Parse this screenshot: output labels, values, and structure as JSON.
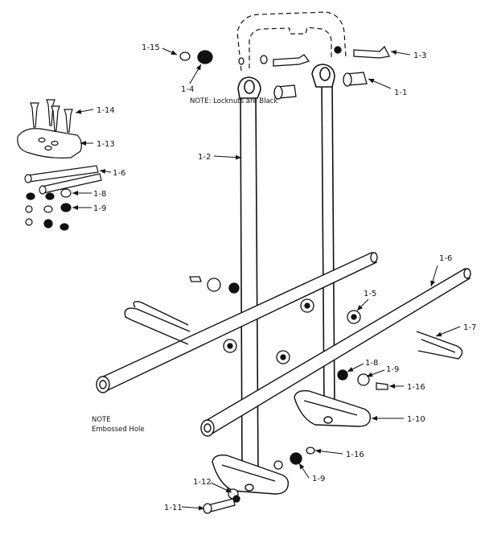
{
  "labels": {
    "l_1_15": "1-15",
    "l_1_4": "1-4",
    "l_1_3": "1-3",
    "l_1_1": "1-1",
    "l_1_14": "1-14",
    "l_1_13": "1-13",
    "l_1_6_small": "1-6",
    "l_1_8_small": "1-8",
    "l_1_9_small": "1-9",
    "l_1_2": "1-2",
    "l_1_6": "1-6",
    "l_1_5": "1-5",
    "l_1_7": "1-7",
    "l_1_8": "1-8",
    "l_1_9": "1-9",
    "l_1_16": "1-16",
    "l_1_10": "1-10",
    "l_1_16b": "1-16",
    "l_1_9b": "1-9",
    "l_1_12": "1-12",
    "l_1_11": "1-11"
  },
  "notes": {
    "locknuts": "NOTE: Locknuts are Black",
    "note_title": "NOTE",
    "embossed": "Embossed Hole"
  },
  "colors": {
    "ink": "#111111",
    "paper": "#ffffff"
  }
}
